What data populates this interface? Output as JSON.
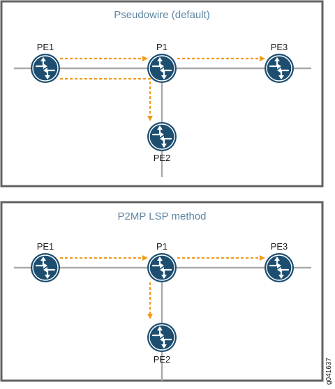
{
  "colors": {
    "frame": "#616161",
    "link": "#a9a9a9",
    "router": "#1d4e70",
    "router_ring": "#ffffff",
    "path": "#f29b1c",
    "title": "#5f86a3",
    "label": "#1b1b1b"
  },
  "icons": {
    "router": "router-icon",
    "arrow": "arrow-head"
  },
  "panels": [
    {
      "title": "Pseudowire (default)",
      "nodes": {
        "pe1": "PE1",
        "p1": "P1",
        "pe3": "PE3",
        "pe2": "PE2"
      }
    },
    {
      "title": "P2MP LSP method",
      "nodes": {
        "pe1": "PE1",
        "p1": "P1",
        "pe3": "PE3",
        "pe2": "PE2"
      }
    }
  ],
  "figure_id": "g041637"
}
